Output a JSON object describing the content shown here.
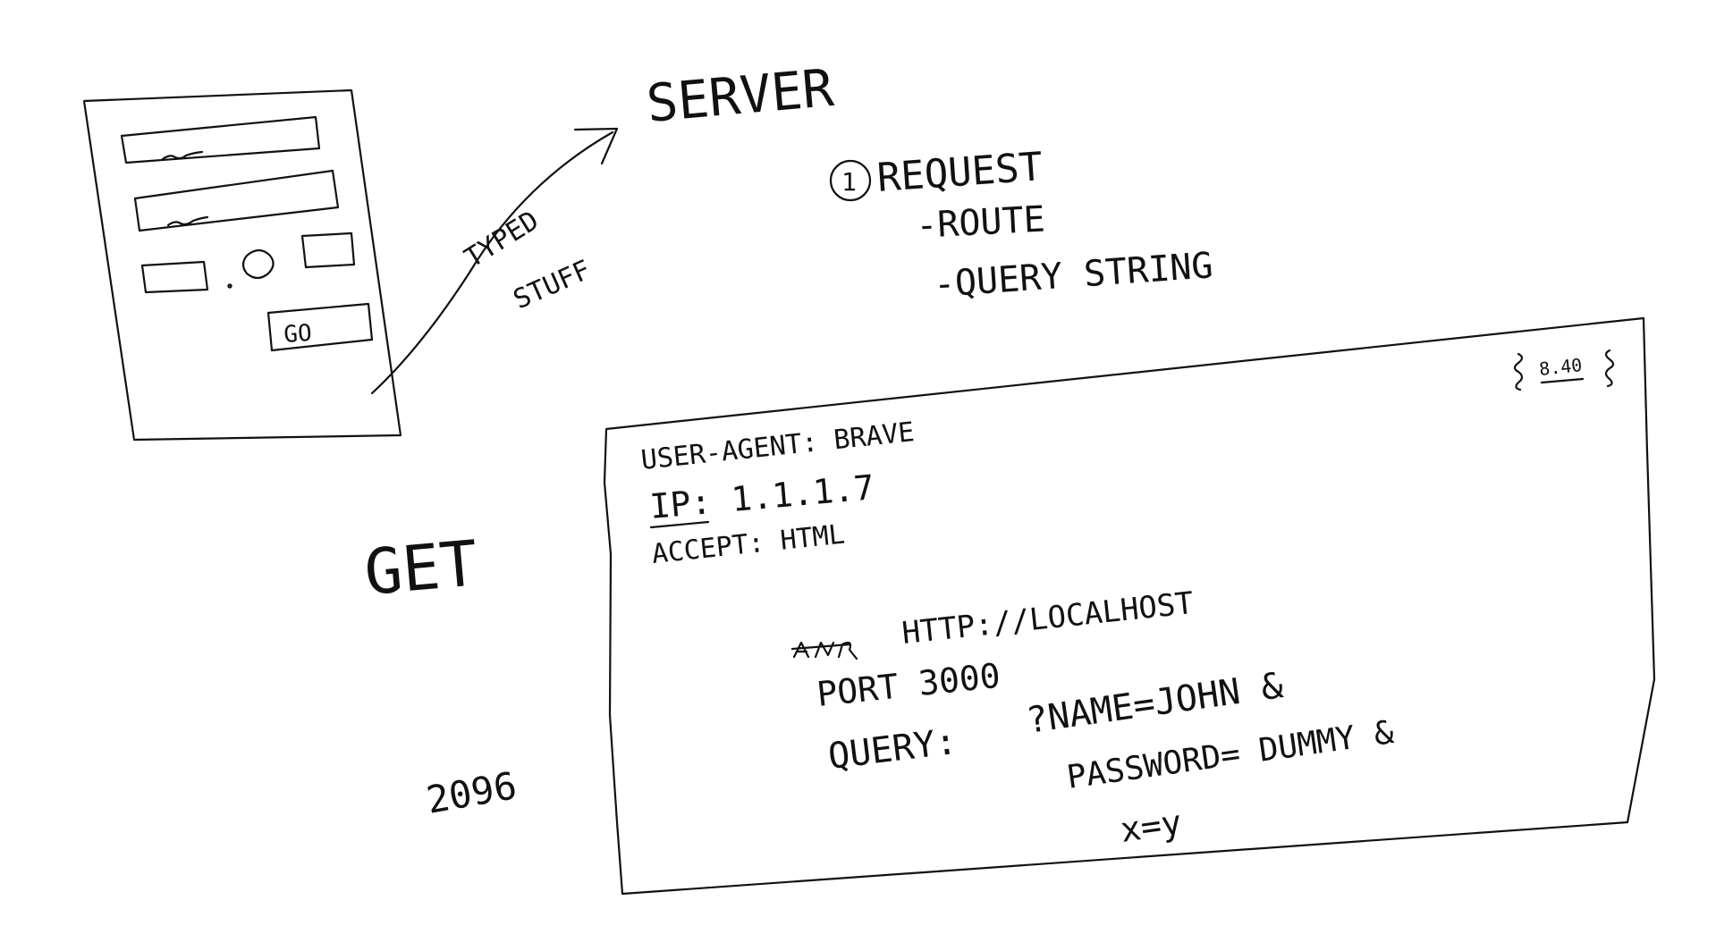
{
  "canvas": {
    "background": "#ffffff",
    "ink": "#111111"
  },
  "sketch": {
    "form_button_label": "GO",
    "arrow_label_line1": "TYPED",
    "arrow_label_line2": "STUFF",
    "server_title": "SERVER",
    "request_number": "1",
    "request_title": "REQUEST",
    "request_parts": [
      "-ROUTE",
      "-QUERY STRING"
    ],
    "method": "GET",
    "side_note": "2096",
    "corner_note": "8.40"
  },
  "request_box": {
    "headers": [
      "USER-AGENT: BRAVE",
      "IP: 1.1.1.7",
      "ACCEPT: HTML"
    ],
    "address": "HTTP://LOCALHOST",
    "port": "PORT 3000",
    "query_label": "QUERY:",
    "query_line1": "?NAME=JOHN &",
    "query_line2": "PASSWORD= DUMMY &",
    "query_line3": "x=y"
  }
}
